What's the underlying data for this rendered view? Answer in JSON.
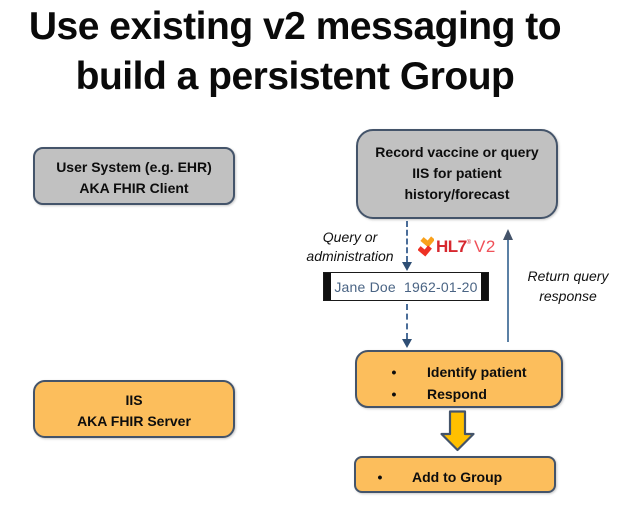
{
  "title": {
    "line1": "Use existing v2 messaging to",
    "line2": "build a persistent Group"
  },
  "boxes": {
    "user_system": {
      "line1": "User System (e.g. EHR)",
      "line2": "AKA FHIR Client"
    },
    "record_vaccine": {
      "line1": "Record vaccine or query",
      "line2": "IIS for patient",
      "line3": "history/forecast"
    },
    "iis": {
      "line1": "IIS",
      "line2": "AKA FHIR Server"
    },
    "identify": {
      "bullets": [
        "Identify patient",
        "Respond"
      ]
    },
    "add_to_group": {
      "bullets": [
        "Add to Group"
      ]
    }
  },
  "labels": {
    "query_or": {
      "line1": "Query or",
      "line2": "administration"
    },
    "return_query": {
      "line1": "Return query",
      "line2": "response"
    }
  },
  "message": {
    "text": "Jane Doe  1962-01-20"
  },
  "logo": {
    "name": "HL7",
    "version": "V2",
    "reg": "®"
  },
  "bullet_char": "•",
  "colors": {
    "box_gray_fill": "#C1C1C1",
    "box_orange_fill": "#FCBE5C",
    "box_border": "#44546A",
    "dashed_arrow": "#4A6D99",
    "arrowhead": "#2E4E74",
    "return_arrow": "#5B80A5",
    "block_arrow_fill": "#FFC000",
    "hl7_red": "#D7282F",
    "v2_red": "#F05159",
    "flame_gold": "#F9A11B",
    "flame_red": "#EE3124",
    "message_text": "#4A6484"
  }
}
